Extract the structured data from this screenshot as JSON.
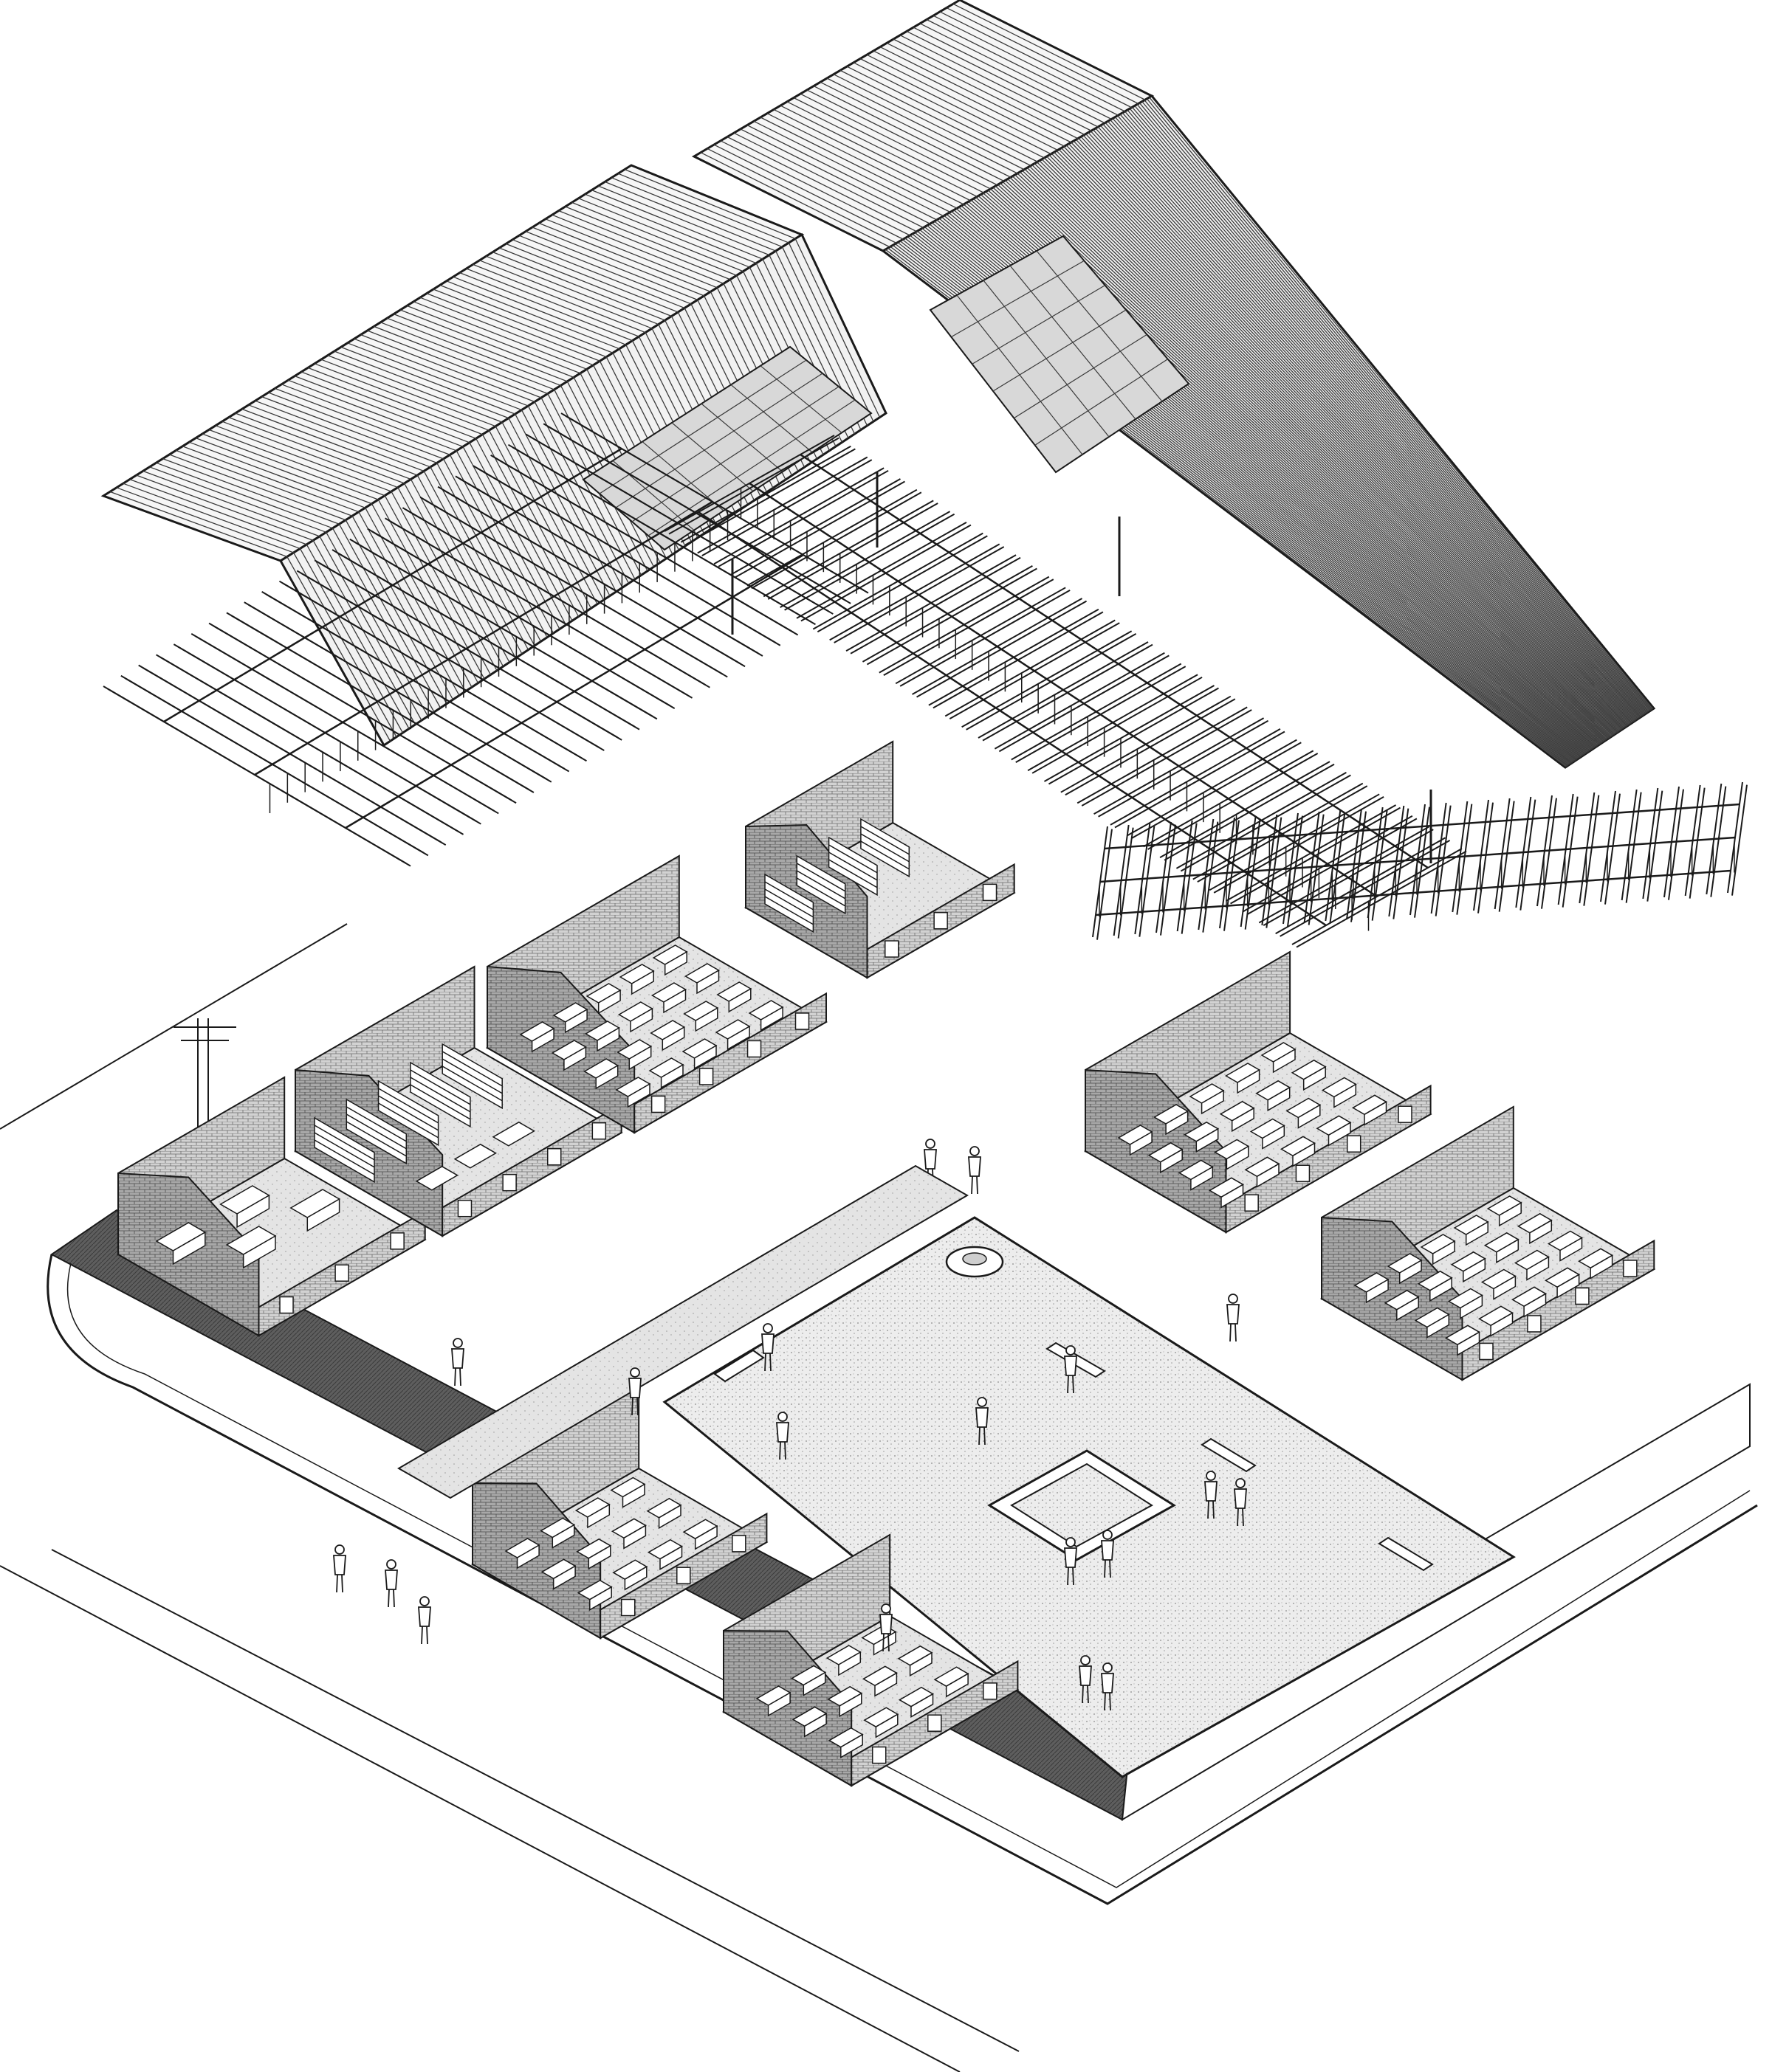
{
  "title": "",
  "palette": {
    "background": "#ffffff",
    "line": "#1a1a1a",
    "wall": "#d4d4d4",
    "wall_dark": "#8c8c8c",
    "courtyard": "#efefef",
    "base": "#5e5e5e",
    "roof": "#f6f6f6"
  },
  "components": [
    {
      "id": "roof-left",
      "kind": "roof-panel",
      "hatch": "corrugated",
      "skylight": true
    },
    {
      "id": "roof-right",
      "kind": "roof-panel",
      "hatch": "corrugated",
      "skylight": true
    },
    {
      "id": "trusses-left",
      "kind": "truss-frame",
      "material": "timber"
    },
    {
      "id": "trusses-right",
      "kind": "truss-frame",
      "material": "timber"
    },
    {
      "id": "trusses-right-lower",
      "kind": "truss-frame",
      "material": "timber"
    },
    {
      "id": "room-workshop",
      "kind": "room",
      "furniture": "workbenches"
    },
    {
      "id": "room-library",
      "kind": "room",
      "furniture": "bookshelves-and-tables"
    },
    {
      "id": "room-classroom-north",
      "kind": "room",
      "furniture": "desks"
    },
    {
      "id": "room-service",
      "kind": "room",
      "furniture": "shelves"
    },
    {
      "id": "room-classroom-east-1",
      "kind": "room",
      "furniture": "desks"
    },
    {
      "id": "room-classroom-east-2",
      "kind": "room",
      "furniture": "desks"
    },
    {
      "id": "room-classroom-south-1",
      "kind": "room",
      "furniture": "desks"
    },
    {
      "id": "room-classroom-south-2",
      "kind": "room",
      "furniture": "desks"
    },
    {
      "id": "courtyard",
      "kind": "courtyard",
      "features": [
        "square-planter",
        "well",
        "benches"
      ]
    }
  ]
}
